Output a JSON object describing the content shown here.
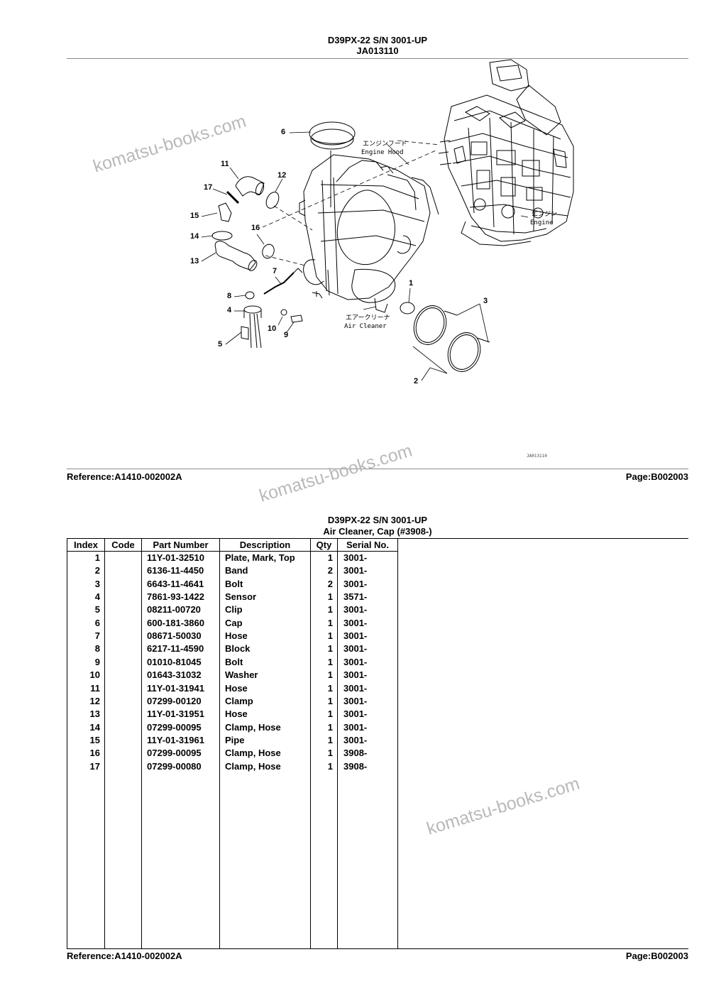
{
  "top_page": {
    "model": "D39PX-22 S/N 3001-UP",
    "figure_code": "JA013110",
    "reference": "Reference:A1410-002002A",
    "page": "Page:B002003"
  },
  "diagram": {
    "callouts": [
      "1",
      "2",
      "3",
      "4",
      "5",
      "6",
      "7",
      "8",
      "9",
      "10",
      "11",
      "12",
      "13",
      "14",
      "15",
      "16",
      "17"
    ],
    "labels": {
      "engine_hood_jp": "エンジンフード",
      "engine_hood_en": "Engine Hood",
      "engine_jp": "エンジン",
      "engine_en": "Engine",
      "air_cleaner_jp": "エアークリーナ",
      "air_cleaner_en": "Air Cleaner",
      "figure_tag": "JA013110"
    }
  },
  "bottom_page": {
    "model": "D39PX-22 S/N 3001-UP",
    "section_title": "Air Cleaner, Cap (#3908-)",
    "reference": "Reference:A1410-002002A",
    "page": "Page:B002003"
  },
  "parts_table": {
    "headers": [
      "Index",
      "Code",
      "Part Number",
      "Description",
      "Qty",
      "Serial No."
    ],
    "rows": [
      {
        "index": "1",
        "code": "",
        "part_number": "11Y-01-32510",
        "description": "Plate, Mark, Top",
        "qty": "1",
        "serial": "3001-"
      },
      {
        "index": "2",
        "code": "",
        "part_number": "6136-11-4450",
        "description": "Band",
        "qty": "2",
        "serial": "3001-"
      },
      {
        "index": "3",
        "code": "",
        "part_number": "6643-11-4641",
        "description": "Bolt",
        "qty": "2",
        "serial": "3001-"
      },
      {
        "index": "4",
        "code": "",
        "part_number": "7861-93-1422",
        "description": "Sensor",
        "qty": "1",
        "serial": "3571-"
      },
      {
        "index": "5",
        "code": "",
        "part_number": "08211-00720",
        "description": "Clip",
        "qty": "1",
        "serial": "3001-"
      },
      {
        "index": "6",
        "code": "",
        "part_number": "600-181-3860",
        "description": "Cap",
        "qty": "1",
        "serial": "3001-"
      },
      {
        "index": "7",
        "code": "",
        "part_number": "08671-50030",
        "description": "Hose",
        "qty": "1",
        "serial": "3001-"
      },
      {
        "index": "8",
        "code": "",
        "part_number": "6217-11-4590",
        "description": "Block",
        "qty": "1",
        "serial": "3001-"
      },
      {
        "index": "9",
        "code": "",
        "part_number": "01010-81045",
        "description": "Bolt",
        "qty": "1",
        "serial": "3001-"
      },
      {
        "index": "10",
        "code": "",
        "part_number": "01643-31032",
        "description": "Washer",
        "qty": "1",
        "serial": "3001-"
      },
      {
        "index": "11",
        "code": "",
        "part_number": "11Y-01-31941",
        "description": "Hose",
        "qty": "1",
        "serial": "3001-"
      },
      {
        "index": "12",
        "code": "",
        "part_number": "07299-00120",
        "description": "Clamp",
        "qty": "1",
        "serial": "3001-"
      },
      {
        "index": "13",
        "code": "",
        "part_number": "11Y-01-31951",
        "description": "Hose",
        "qty": "1",
        "serial": "3001-"
      },
      {
        "index": "14",
        "code": "",
        "part_number": "07299-00095",
        "description": "Clamp, Hose",
        "qty": "1",
        "serial": "3001-"
      },
      {
        "index": "15",
        "code": "",
        "part_number": "11Y-01-31961",
        "description": "Pipe",
        "qty": "1",
        "serial": "3001-"
      },
      {
        "index": "16",
        "code": "",
        "part_number": "07299-00095",
        "description": "Clamp, Hose",
        "qty": "1",
        "serial": "3908-"
      },
      {
        "index": "17",
        "code": "",
        "part_number": "07299-00080",
        "description": "Clamp, Hose",
        "qty": "1",
        "serial": "3908-"
      }
    ]
  },
  "watermark": "komatsu-books.com"
}
